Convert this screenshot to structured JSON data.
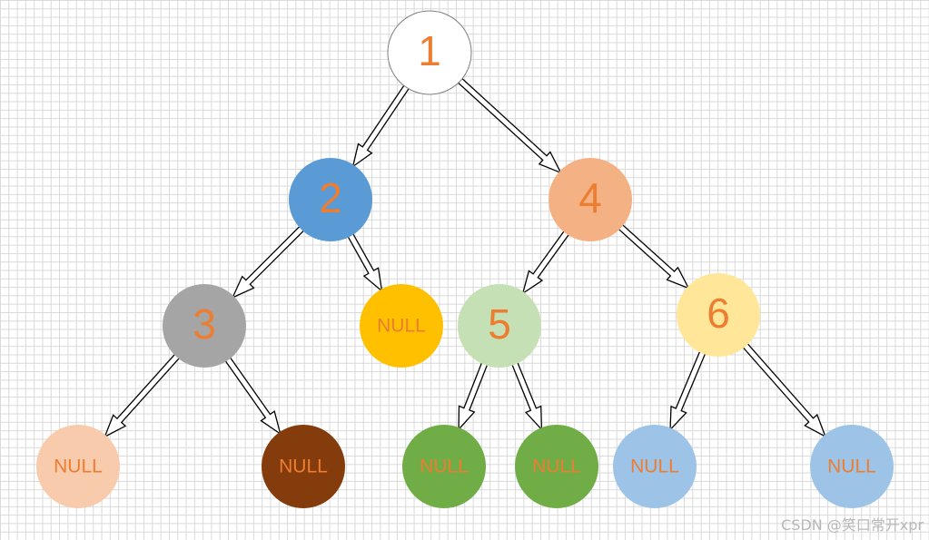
{
  "nodes": [
    {
      "id": "n1",
      "label": "1",
      "fill": "#ffffff",
      "stroke": "#7f7f7f"
    },
    {
      "id": "n2",
      "label": "2",
      "fill": "#5b9bd5"
    },
    {
      "id": "n4",
      "label": "4",
      "fill": "#f4b183"
    },
    {
      "id": "n3",
      "label": "3",
      "fill": "#a5a5a5"
    },
    {
      "id": "n2null",
      "label": "NULL",
      "fill": "#ffc000"
    },
    {
      "id": "n5",
      "label": "5",
      "fill": "#c5e0b4"
    },
    {
      "id": "n6",
      "label": "6",
      "fill": "#ffe699"
    },
    {
      "id": "n3nullL",
      "label": "NULL",
      "fill": "#f8cbad"
    },
    {
      "id": "n3nullR",
      "label": "NULL",
      "fill": "#843c0c"
    },
    {
      "id": "n5nullL",
      "label": "NULL",
      "fill": "#70ad47"
    },
    {
      "id": "n5nullR",
      "label": "NULL",
      "fill": "#70ad47"
    },
    {
      "id": "n6nullL",
      "label": "NULL",
      "fill": "#9dc3e6"
    },
    {
      "id": "n6nullR",
      "label": "NULL",
      "fill": "#9dc3e6"
    }
  ],
  "edges": [
    {
      "from": "n1",
      "to": "n2"
    },
    {
      "from": "n1",
      "to": "n4"
    },
    {
      "from": "n2",
      "to": "n3"
    },
    {
      "from": "n2",
      "to": "n2null"
    },
    {
      "from": "n4",
      "to": "n5"
    },
    {
      "from": "n4",
      "to": "n6"
    },
    {
      "from": "n3",
      "to": "n3nullL"
    },
    {
      "from": "n3",
      "to": "n3nullR"
    },
    {
      "from": "n5",
      "to": "n5nullL"
    },
    {
      "from": "n5",
      "to": "n5nullR"
    },
    {
      "from": "n6",
      "to": "n6nullL"
    },
    {
      "from": "n6",
      "to": "n6nullR"
    }
  ],
  "label_color": "#ed7d31",
  "watermark": "CSDN @笑口常开xpr"
}
